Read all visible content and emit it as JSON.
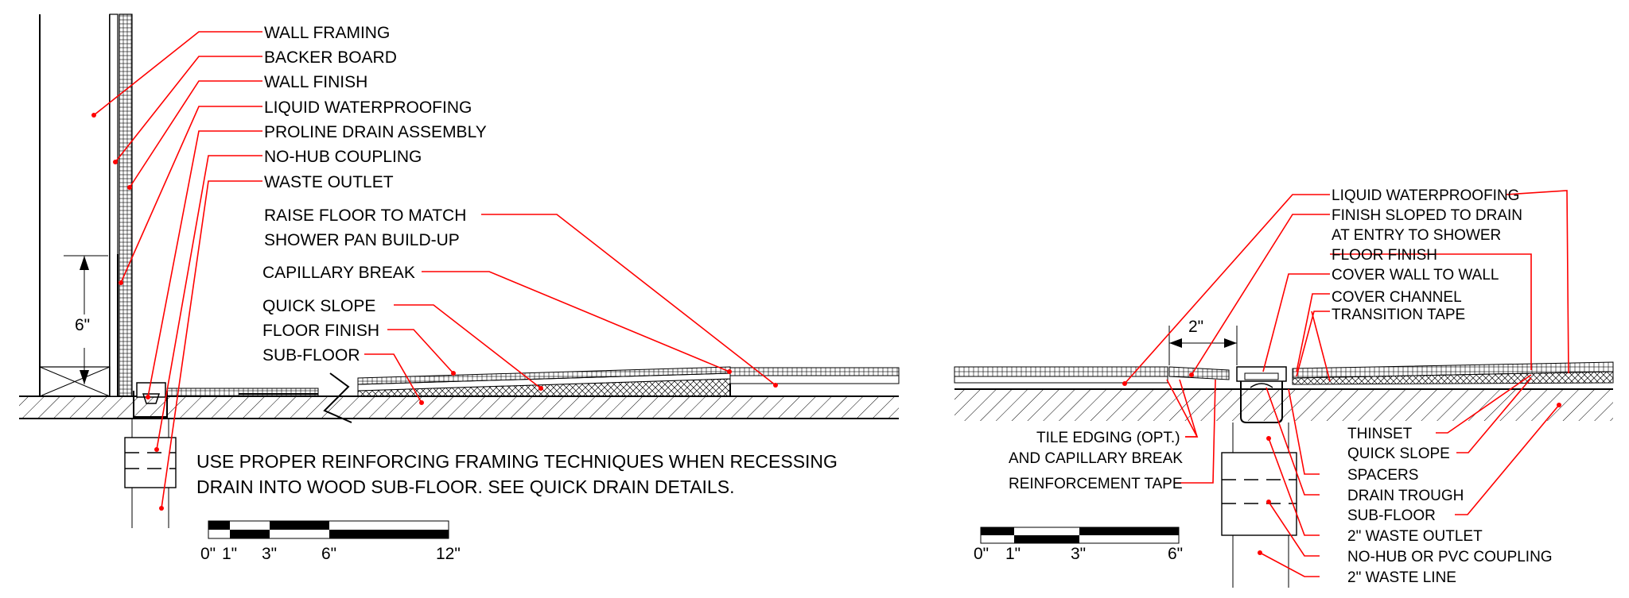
{
  "colors": {
    "leader": "#ff0000",
    "linework": "#000000",
    "background": "#ffffff"
  },
  "left_detail": {
    "labels": {
      "wall_framing": "WALL FRAMING",
      "backer_board": "BACKER BOARD",
      "wall_finish": "WALL FINISH",
      "liquid_waterproofing": "LIQUID WATERPROOFING",
      "proline_drain_assembly": "PROLINE DRAIN ASSEMBLY",
      "no_hub_coupling": "NO-HUB COUPLING",
      "waste_outlet": "WASTE OUTLET",
      "raise_floor_1": "RAISE FLOOR TO MATCH",
      "raise_floor_2": "SHOWER PAN BUILD-UP",
      "capillary_break": "CAPILLARY BREAK",
      "quick_slope": "QUICK SLOPE",
      "floor_finish": "FLOOR FINISH",
      "sub_floor": "SUB-FLOOR"
    },
    "dimension": "6\"",
    "note_line1": "USE PROPER REINFORCING FRAMING TECHNIQUES WHEN RECESSING",
    "note_line2": "DRAIN INTO WOOD SUB-FLOOR. SEE QUICK DRAIN DETAILS.",
    "scale_ticks": [
      "0\"",
      "1\"",
      "3\"",
      "6\"",
      "12\""
    ]
  },
  "right_detail": {
    "labels": {
      "liquid_waterproofing": "LIQUID WATERPROOFING",
      "finish_sloped_1": "FINISH SLOPED TO DRAIN",
      "finish_sloped_2": "AT ENTRY TO SHOWER",
      "floor_finish": "FLOOR FINISH",
      "cover_wall_to_wall": "COVER WALL TO WALL",
      "cover_channel": "COVER CHANNEL",
      "transition_tape": "TRANSITION TAPE",
      "tile_edging": "TILE EDGING (OPT.)",
      "and_capillary_break": "AND CAPILLARY BREAK",
      "reinforcement_tape": "REINFORCEMENT TAPE",
      "thinset": "THINSET",
      "quick_slope": "QUICK SLOPE",
      "spacers": "SPACERS",
      "drain_trough": "DRAIN TROUGH",
      "sub_floor": "SUB-FLOOR",
      "waste_outlet_2": "2\" WASTE OUTLET",
      "no_hub_pvc": "NO-HUB OR PVC COUPLING",
      "waste_line_2": "2\" WASTE LINE"
    },
    "dimension": "2\"",
    "scale_ticks": [
      "0\"",
      "1\"",
      "3\"",
      "6\""
    ]
  }
}
